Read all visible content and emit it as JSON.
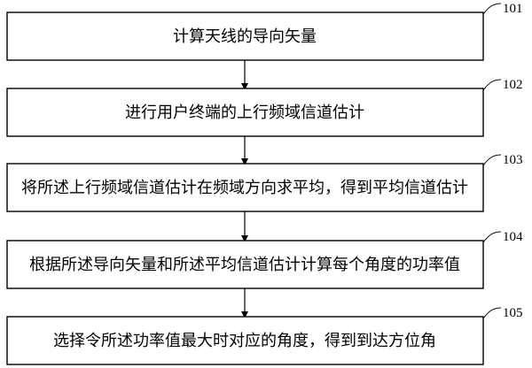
{
  "steps": [
    {
      "id": "101",
      "text": "计算天线的导向矢量"
    },
    {
      "id": "102",
      "text": "进行用户终端的上行频域信道估计"
    },
    {
      "id": "103",
      "text": "将所述上行频域信道估计在频域方向求平均，得到平均信道估计"
    },
    {
      "id": "104",
      "text": "根据所述导向矢量和所述平均信道估计计算每个角度的功率值"
    },
    {
      "id": "105",
      "text": "选择令所述功率值最大时对应的角度，得到到达方位角"
    }
  ]
}
